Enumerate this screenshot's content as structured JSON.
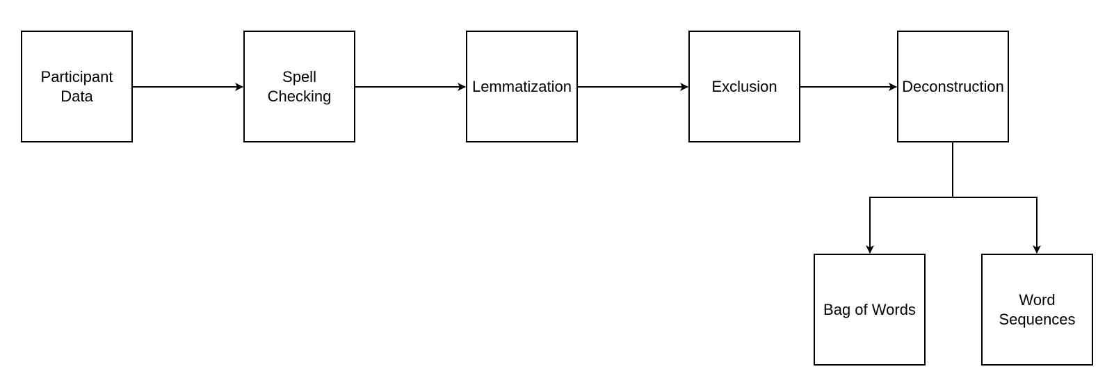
{
  "nodes": {
    "participant_data": "Participant\nData",
    "spell_checking": "Spell\nChecking",
    "lemmatization": "Lemmatization",
    "exclusion": "Exclusion",
    "deconstruction": "Deconstruction",
    "bag_of_words": "Bag of Words",
    "word_sequences": "Word\nSequences"
  },
  "edges": [
    {
      "from": "participant_data",
      "to": "spell_checking"
    },
    {
      "from": "spell_checking",
      "to": "lemmatization"
    },
    {
      "from": "lemmatization",
      "to": "exclusion"
    },
    {
      "from": "exclusion",
      "to": "deconstruction"
    },
    {
      "from": "deconstruction",
      "to": "bag_of_words"
    },
    {
      "from": "deconstruction",
      "to": "word_sequences"
    }
  ],
  "colors": {
    "stroke": "#000000",
    "fill": "#ffffff",
    "text": "#000000"
  }
}
